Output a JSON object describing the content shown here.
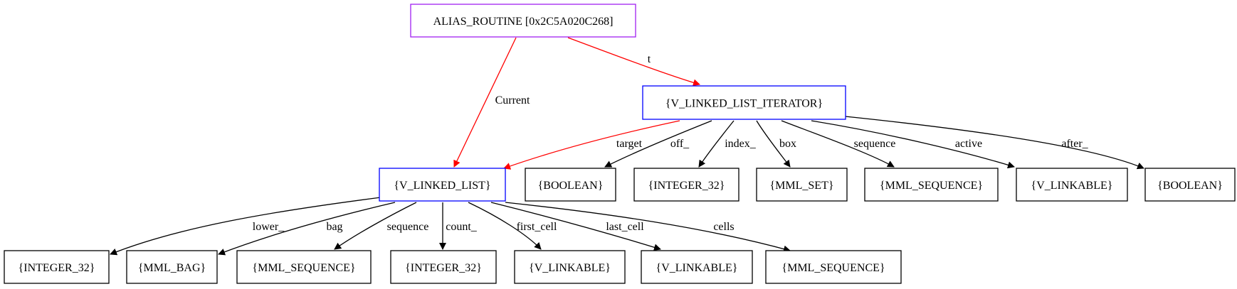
{
  "nodes": [
    {
      "id": "n_root",
      "label": "ALIAS_ROUTINE [0x2C5A020C268]",
      "color": "#a020f0",
      "name": "alias-routine-node"
    },
    {
      "id": "n_iter",
      "label": "{V_LINKED_LIST_ITERATOR}",
      "color": "#0000ff",
      "name": "linked-list-iterator-node"
    },
    {
      "id": "n_list",
      "label": "{V_LINKED_LIST}",
      "color": "#0000ff",
      "name": "linked-list-node"
    },
    {
      "id": "n_bool1",
      "label": "{BOOLEAN}",
      "color": "#000000",
      "name": "off-boolean-node"
    },
    {
      "id": "n_int1",
      "label": "{INTEGER_32}",
      "color": "#000000",
      "name": "index-integer-node"
    },
    {
      "id": "n_set",
      "label": "{MML_SET}",
      "color": "#000000",
      "name": "box-mml-set-node"
    },
    {
      "id": "n_seq1",
      "label": "{MML_SEQUENCE}",
      "color": "#000000",
      "name": "iterator-sequence-node"
    },
    {
      "id": "n_link1",
      "label": "{V_LINKABLE}",
      "color": "#000000",
      "name": "active-linkable-node"
    },
    {
      "id": "n_bool2",
      "label": "{BOOLEAN}",
      "color": "#000000",
      "name": "after-boolean-node"
    },
    {
      "id": "n_int2",
      "label": "{INTEGER_32}",
      "color": "#000000",
      "name": "lower-integer-node"
    },
    {
      "id": "n_bag",
      "label": "{MML_BAG}",
      "color": "#000000",
      "name": "bag-mml-bag-node"
    },
    {
      "id": "n_seq2",
      "label": "{MML_SEQUENCE}",
      "color": "#000000",
      "name": "list-sequence-node"
    },
    {
      "id": "n_int3",
      "label": "{INTEGER_32}",
      "color": "#000000",
      "name": "count-integer-node"
    },
    {
      "id": "n_link2",
      "label": "{V_LINKABLE}",
      "color": "#000000",
      "name": "first-cell-linkable-node"
    },
    {
      "id": "n_link3",
      "label": "{V_LINKABLE}",
      "color": "#000000",
      "name": "last-cell-linkable-node"
    },
    {
      "id": "n_seq3",
      "label": "{MML_SEQUENCE}",
      "color": "#000000",
      "name": "cells-sequence-node"
    }
  ],
  "edges": [
    {
      "from": "n_root",
      "to": "n_list",
      "label": "Current",
      "color": "#ff0000"
    },
    {
      "from": "n_root",
      "to": "n_iter",
      "label": "t",
      "color": "#ff0000"
    },
    {
      "from": "n_iter",
      "to": "n_list",
      "label": "target",
      "color": "#ff0000"
    },
    {
      "from": "n_iter",
      "to": "n_bool1",
      "label": "off_",
      "color": "#000000"
    },
    {
      "from": "n_iter",
      "to": "n_int1",
      "label": "index_",
      "color": "#000000"
    },
    {
      "from": "n_iter",
      "to": "n_set",
      "label": "box",
      "color": "#000000"
    },
    {
      "from": "n_iter",
      "to": "n_seq1",
      "label": "sequence",
      "color": "#000000"
    },
    {
      "from": "n_iter",
      "to": "n_link1",
      "label": "active",
      "color": "#000000"
    },
    {
      "from": "n_iter",
      "to": "n_bool2",
      "label": "after_",
      "color": "#000000"
    },
    {
      "from": "n_list",
      "to": "n_int2",
      "label": "lower_",
      "color": "#000000"
    },
    {
      "from": "n_list",
      "to": "n_bag",
      "label": "bag",
      "color": "#000000"
    },
    {
      "from": "n_list",
      "to": "n_seq2",
      "label": "sequence",
      "color": "#000000"
    },
    {
      "from": "n_list",
      "to": "n_int3",
      "label": "count_",
      "color": "#000000"
    },
    {
      "from": "n_list",
      "to": "n_link2",
      "label": "first_cell",
      "color": "#000000"
    },
    {
      "from": "n_list",
      "to": "n_link3",
      "label": "last_cell",
      "color": "#000000"
    },
    {
      "from": "n_list",
      "to": "n_seq3",
      "label": "cells",
      "color": "#000000"
    }
  ]
}
